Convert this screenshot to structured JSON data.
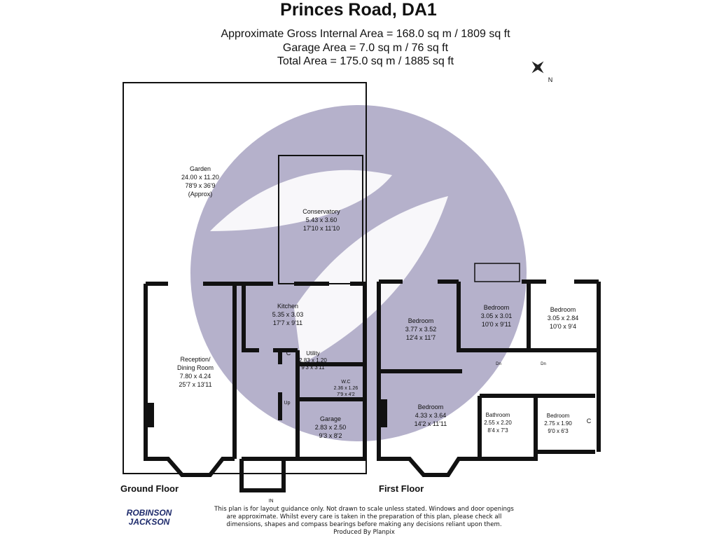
{
  "header": {
    "title": "Princes Road, DA1",
    "areas": [
      "Approximate Gross Internal Area = 168.0 sq m / 1809 sq ft",
      "Garage Area = 7.0 sq m / 76 sq ft",
      "Total Area = 175.0 sq m / 1885 sq ft"
    ]
  },
  "compass": {
    "label": "N"
  },
  "ground_floor": {
    "label": "Ground Floor",
    "rooms": {
      "garden": [
        "Garden",
        "24.00 x 11.20",
        "78'9 x 36'9",
        "(Approx)"
      ],
      "conservatory": [
        "Conservatory",
        "5.43 x 3.60",
        "17'10 x 11'10"
      ],
      "kitchen": [
        "Kitchen",
        "5.35 x 3.03",
        "17'7 x 9'11"
      ],
      "reception": [
        "Reception/",
        "Dining Room",
        "7.80 x 4.24",
        "25'7 x 13'11"
      ],
      "utility": [
        "Utility",
        "2.83 x 1.20",
        "9'3 x 3'11"
      ],
      "wc": [
        "W.C",
        "2.36 x 1.26",
        "7'9 x 4'2"
      ],
      "garage": [
        "Garage",
        "2.83 x 2.50",
        "9'3 x 8'2"
      ]
    },
    "cupboard": "C",
    "stairs": "Up",
    "entrance": "IN"
  },
  "first_floor": {
    "label": "First Floor",
    "rooms": {
      "bedroom1": [
        "Bedroom",
        "3.77 x 3.52",
        "12'4 x 11'7"
      ],
      "bedroom2": [
        "Bedroom",
        "3.05 x 3.01",
        "10'0 x 9'11"
      ],
      "bedroom3": [
        "Bedroom",
        "3.05 x 2.84",
        "10'0 x 9'4"
      ],
      "bedroom4": [
        "Bedroom",
        "4.33 x 3.64",
        "14'2 x 11'11"
      ],
      "bathroom": [
        "Bathroom",
        "2.55 x 2.20",
        "8'4 x 7'3"
      ],
      "bedroom5": [
        "Bedroom",
        "2.75 x 1.90",
        "9'0 x 6'3"
      ]
    },
    "cupboard": "C",
    "stairs_down": "Dn"
  },
  "footer": {
    "logo": [
      "ROBINSON",
      "JACKSON"
    ],
    "disclaimer": [
      "This plan is for layout guidance only. Not drawn to scale unless stated. Windows and door openings",
      "are approximate. Whilst every care is taken in the preparation of this plan, please check all",
      "dimensions, shapes and compass bearings before making any decisions reliant upon them."
    ],
    "produced_by": "Produced By Planpix"
  },
  "colors": {
    "watermark": "#b5b1cb",
    "wall": "#111111",
    "logo": "#1d2a6b",
    "logo_accent": "#f2b705"
  }
}
